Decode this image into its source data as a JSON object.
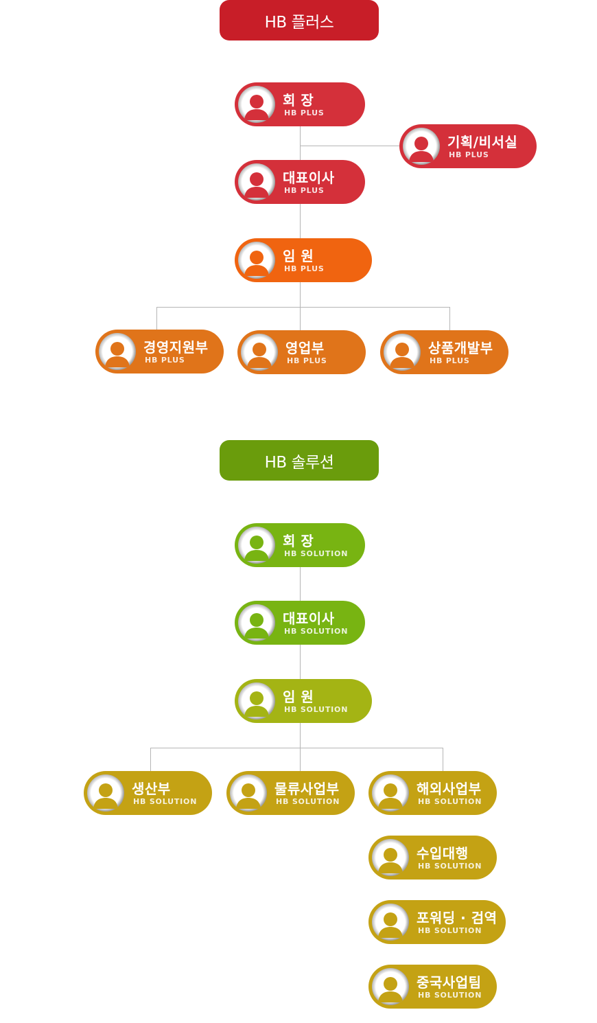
{
  "colors": {
    "plus_header": "#c81e28",
    "plus_top": "#d4303a",
    "plus_exec": "#f06410",
    "plus_dept": "#e0741a",
    "sol_header": "#6a9c0c",
    "sol_top": "#78b412",
    "sol_exec": "#a4b414",
    "sol_dept": "#c4a214"
  },
  "plus": {
    "header": "HB 플러스",
    "sub": "HB PLUS",
    "chairman": "회 장",
    "planning": "기획/비서실",
    "ceo": "대표이사",
    "executives": "임 원",
    "dept1": "경영지원부",
    "dept2": "영업부",
    "dept3": "상품개발부"
  },
  "solution": {
    "header": "HB 솔루션",
    "sub": "HB SOLUTION",
    "chairman": "회 장",
    "ceo": "대표이사",
    "executives": "임 원",
    "dept1": "생산부",
    "dept2": "물류사업부",
    "dept3": "해외사업부",
    "sub_team1": "수입대행",
    "sub_team2": "포워딩 · 검역",
    "sub_team3": "중국사업팀"
  }
}
